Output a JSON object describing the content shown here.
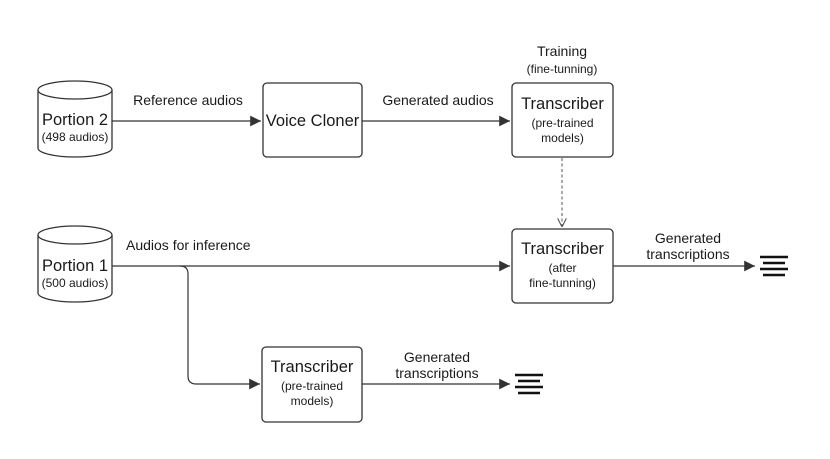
{
  "nodes": {
    "portion2": {
      "title": "Portion 2",
      "subtitle": "(498 audios)"
    },
    "portion1": {
      "title": "Portion 1",
      "subtitle": "(500 audios)"
    },
    "voice_cloner": {
      "title": "Voice Cloner"
    },
    "transcriber_pretrained_top": {
      "title": "Transcriber",
      "line1": "(pre-trained",
      "line2": "models)"
    },
    "transcriber_finetuned": {
      "title": "Transcriber",
      "line1": "(after",
      "line2": "fine-tunning)"
    },
    "transcriber_pretrained_bottom": {
      "title": "Transcriber",
      "line1": "(pre-trained",
      "line2": "models)"
    }
  },
  "labels": {
    "training_line1": "Training",
    "training_line2": "(fine-tunning)",
    "reference_audios": "Reference audios",
    "generated_audios": "Generated audios",
    "audios_for_inference": "Audios for inference",
    "generated_transcriptions_right_1": "Generated",
    "generated_transcriptions_right_2": "transcriptions",
    "generated_transcriptions_bottom_1": "Generated",
    "generated_transcriptions_bottom_2": "transcriptions"
  },
  "icons": {
    "output_right": "text-lines-icon",
    "output_bottom": "text-lines-icon"
  },
  "colors": {
    "stroke": "#333333",
    "text": "#1a1a1a",
    "background": "#ffffff"
  }
}
